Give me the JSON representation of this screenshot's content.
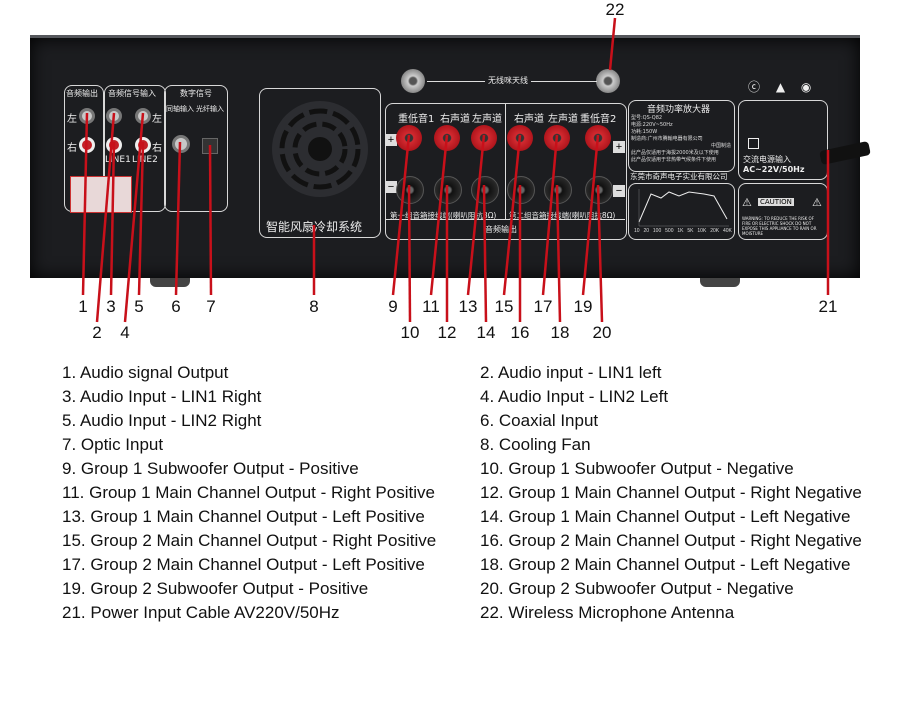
{
  "device": {
    "panel_labels": {
      "audio_output": "音频输出",
      "audio_signal_input": "音频信号输入",
      "digital_signal": "数字信号",
      "coaxial_input": "同轴输入",
      "optical_input": "光纤输入",
      "left": "左",
      "right": "右",
      "line1": "LINE1",
      "line2": "LINE2",
      "fan": "智能风扇冷却系统",
      "antenna": "无线咪天线",
      "sub1": "重低音1",
      "right_ch": "右声道",
      "left_ch": "左声道",
      "sub2": "重低音2",
      "plus": "+",
      "minus": "−",
      "group1": "第一组音箱接线端(喇叭阻抗8Ω)",
      "group2": "第二组音箱接线端(喇叭阻抗8Ω)",
      "audio_out": "音频输出",
      "nameplate_title": "音频功率放大器",
      "nameplate_lines": [
        "型号:QS-Q82",
        "电源:220V~50Hz",
        "功耗:150W",
        "制造商:广州市腾翰电器有限公司",
        "中国制造",
        "此产品仅适用于海拔2000米及以下使用",
        "此产品仅适用于非热带气候条件下使用"
      ],
      "company": "东莞市奇声电子实业有限公司",
      "freq_ticks": [
        "10",
        "20",
        "100",
        "500",
        "1K",
        "5K",
        "10K",
        "20K",
        "40K"
      ],
      "power_input": "交流电源输入",
      "power_spec": "AC~22V/50Hz",
      "caution": "CAUTION",
      "warning": "WARNING: TO REDUCE THE RISK OF FIRE OR ELECTRIC SHOCK DO NOT EXPOSE THIS APPLIANCE TO RAIN OR MOISTURE"
    },
    "callouts": [
      "1",
      "2",
      "3",
      "4",
      "5",
      "6",
      "7",
      "8",
      "9",
      "10",
      "11",
      "12",
      "13",
      "14",
      "15",
      "16",
      "17",
      "18",
      "19",
      "20",
      "21",
      "22"
    ]
  },
  "legend": [
    "1. Audio signal Output",
    "2. Audio input - LIN1 left",
    "3. Audio Input - LIN1 Right",
    "4. Audio Input - LIN2 Left",
    "5. Audio Input - LIN2 Right",
    "6. Coaxial Input",
    "7. Optic Input",
    "8. Cooling Fan",
    "9. Group 1 Subwoofer Output - Positive",
    "10. Group 1 Subwoofer Output - Negative",
    "11. Group 1 Main Channel Output - Right Positive",
    "12. Group 1 Main Channel Output - Right Negative",
    "13. Group 1 Main Channel Output - Left Positive",
    "14. Group 1 Main Channel Output - Left Negative",
    "15. Group 2 Main Channel Output - Right Positive",
    "16. Group 2 Main Channel Output - Right Negative",
    "17. Group 2 Main Channel Output - Left Positive",
    "18. Group 2 Main Channel Output - Left Negative",
    "19. Group 2 Subwoofer Output - Positive",
    "20. Group 2 Subwoofer Output - Negative",
    "21. Power Input Cable AV220V/50Hz",
    "22. Wireless Microphone Antenna"
  ],
  "colors": {
    "callout_line": "#c8101a",
    "panel": "#1c1d20"
  }
}
